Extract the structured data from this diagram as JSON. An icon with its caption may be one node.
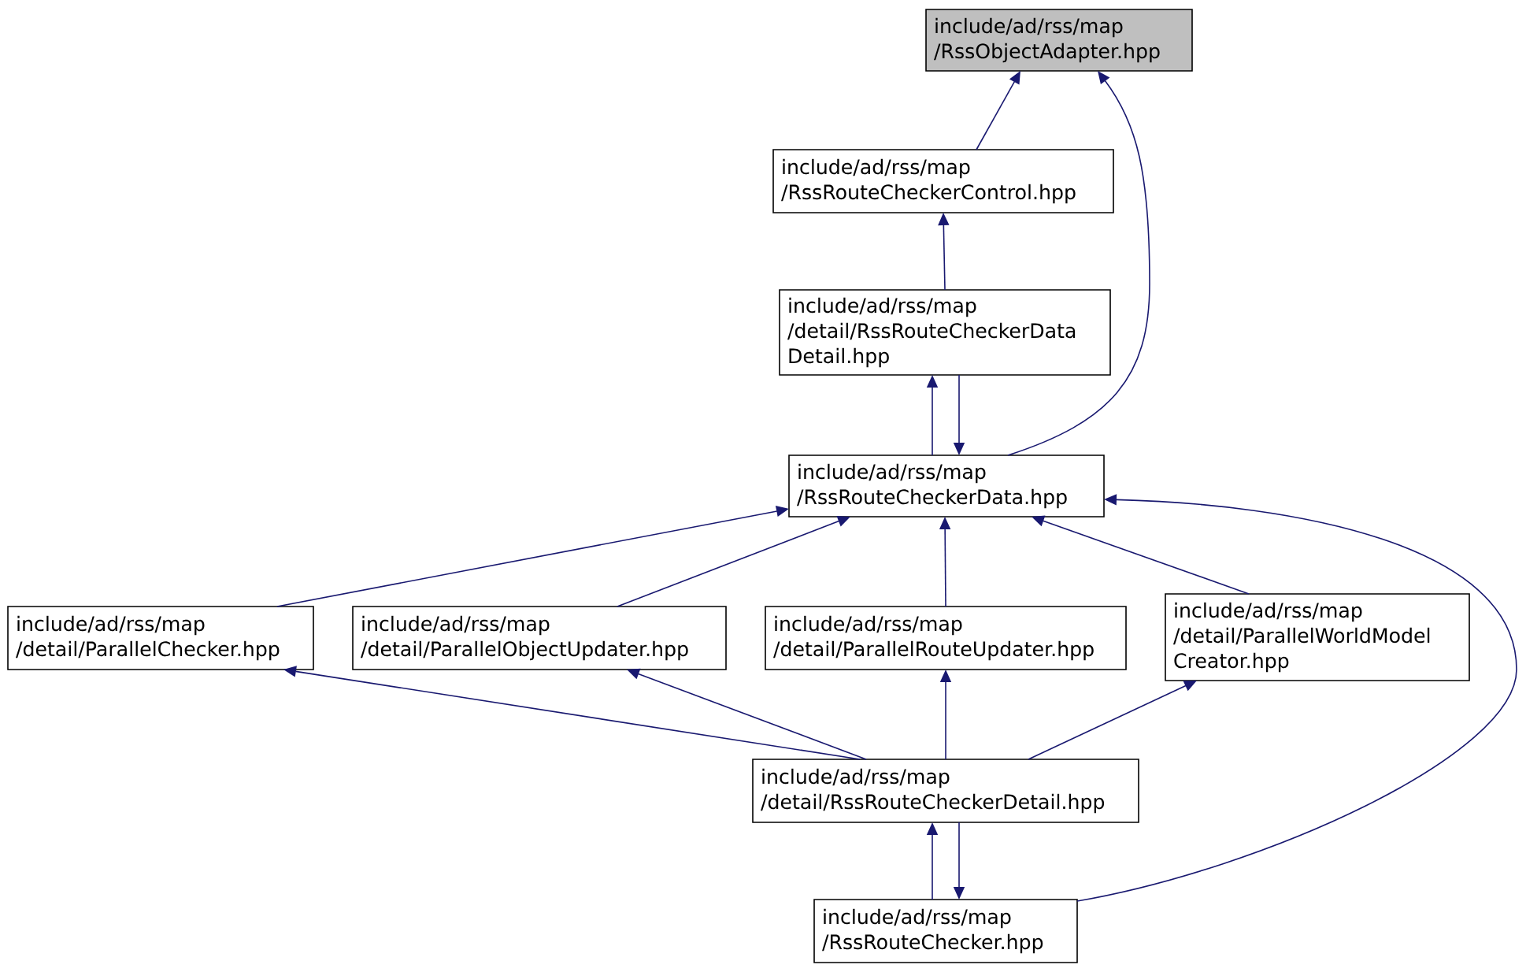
{
  "diagram": {
    "nodes": [
      {
        "text": [
          "include/ad/rss/map /RssObjectAdapter.hpp"
        ]
      },
      {
        "text": [
          "include/ad/rss/map /RssRouteCheckerControl.hpp"
        ]
      },
      {
        "text": [
          "include/ad/rss/map /detail/RssRouteCheckerData Detail.hpp"
        ]
      },
      {
        "text": [
          "include/ad/rss/map /RssRouteCheckerData.hpp"
        ]
      },
      {
        "text": [
          "include/ad/rss/map /detail/ParallelChecker.hpp"
        ]
      },
      {
        "text": [
          "include/ad/rss/map /detail/ParallelObjectUpdater.hpp"
        ]
      },
      {
        "text": [
          "include/ad/rss/map /detail/ParallelRouteUpdater.hpp"
        ]
      },
      {
        "text": [
          "include/ad/rss/map /detail/ParallelWorldModel Creator.hpp"
        ]
      },
      {
        "text": [
          "include/ad/rss/map /detail/RssRouteCheckerDetail.hpp"
        ]
      },
      {
        "text": [
          "include/ad/rss/map /RssRouteChecker.hpp"
        ]
      }
    ],
    "edges": [
      {
        "from": 1,
        "to": 0,
        "arrow": "to"
      },
      {
        "from": 3,
        "to": 0,
        "arrow": "to"
      },
      {
        "from": 2,
        "to": 1,
        "arrow": "to"
      },
      {
        "from": 3,
        "to": 2,
        "arrow": "to"
      },
      {
        "from": 2,
        "to": 3,
        "arrow": "to"
      },
      {
        "from": 4,
        "to": 3,
        "arrow": "to"
      },
      {
        "from": 5,
        "to": 3,
        "arrow": "to"
      },
      {
        "from": 6,
        "to": 3,
        "arrow": "to"
      },
      {
        "from": 7,
        "to": 3,
        "arrow": "to"
      },
      {
        "from": 9,
        "to": 3,
        "arrow": "to"
      },
      {
        "from": 8,
        "to": 4,
        "arrow": "to"
      },
      {
        "from": 8,
        "to": 5,
        "arrow": "to"
      },
      {
        "from": 8,
        "to": 6,
        "arrow": "to"
      },
      {
        "from": 8,
        "to": 7,
        "arrow": "to"
      },
      {
        "from": 9,
        "to": 8,
        "arrow": "to"
      },
      {
        "from": 8,
        "to": 9,
        "arrow": "to"
      }
    ]
  }
}
